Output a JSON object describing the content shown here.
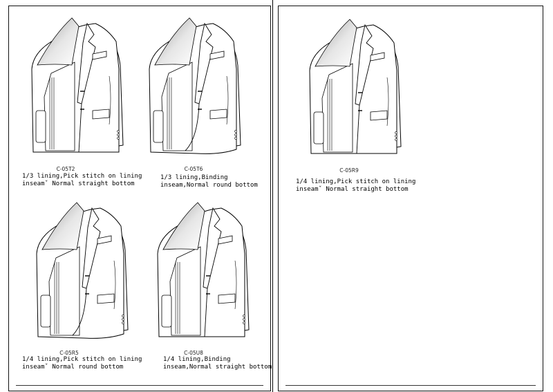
{
  "left_page": {
    "items": [
      {
        "code": "C-05T2",
        "line1": "1/3 lining,Pick stitch on lining",
        "line2": "inseamˇ Normal straight bottom"
      },
      {
        "code": "C-05T6",
        "line1": "1/3 lining,Binding",
        "line2": "inseam,Normal round bottom"
      },
      {
        "code": "C-05R5",
        "line1": "1/4 lining,Pick stitch on lining",
        "line2": "inseamˇ Normal round bottom"
      },
      {
        "code": "C-05U8",
        "line1": "1/4 lining,Binding",
        "line2": "inseam,Normal straight bottom"
      }
    ]
  },
  "right_page": {
    "items": [
      {
        "code": "C-05R9",
        "line1": "1/4 lining,Pick stitch on lining",
        "line2": "inseamˇ Normal straight bottom"
      }
    ]
  },
  "icons": [
    "jacket-sketch-icon"
  ]
}
